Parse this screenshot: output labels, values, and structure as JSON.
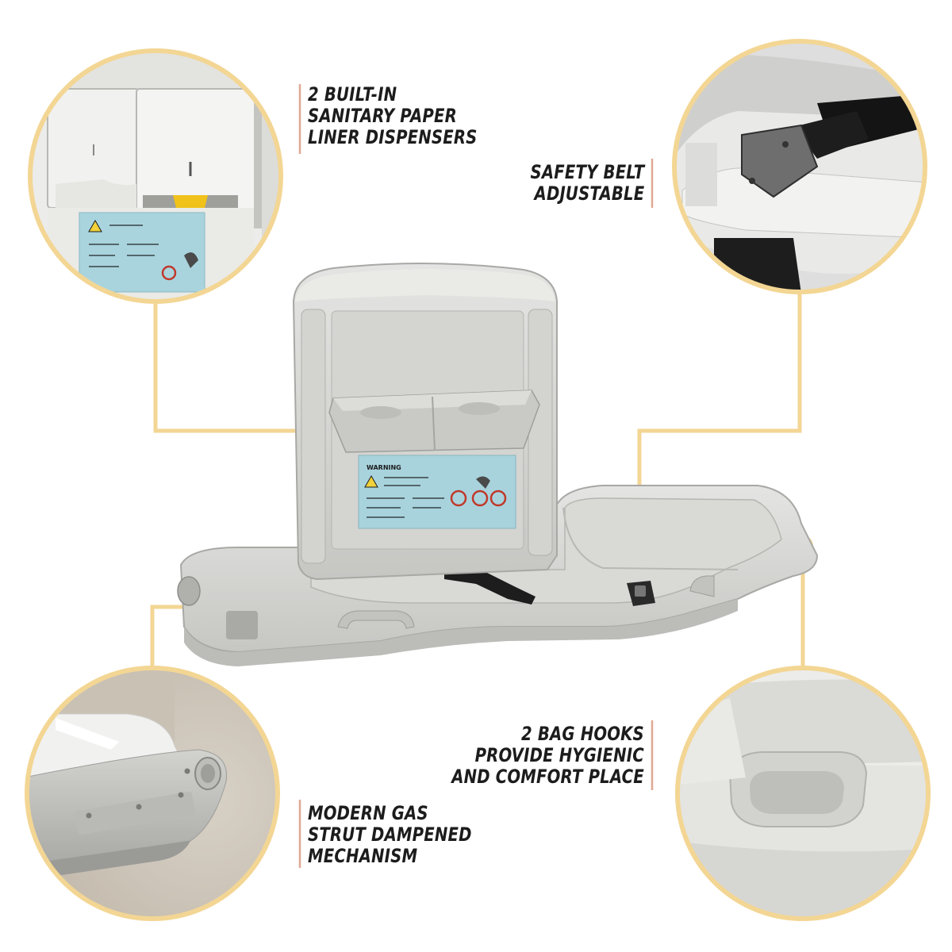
{
  "colors": {
    "connector": "#f3d694",
    "bracket": "#e0a893",
    "ring": "#f3d694",
    "text": "#1c1c1c"
  },
  "callouts": {
    "paper_liner": {
      "lines": [
        "2 BUILT-IN",
        "SANITARY PAPER",
        "LINER DISPENSERS"
      ]
    },
    "safety_belt": {
      "lines": [
        "SAFETY BELT",
        "ADJUSTABLE"
      ]
    },
    "gas_strut": {
      "lines": [
        "MODERN GAS",
        "STRUT DAMPENED",
        "MECHANISM"
      ]
    },
    "bag_hooks": {
      "lines": [
        "2 BAG HOOKS",
        "PROVIDE HYGIENIC",
        "AND COMFORT PLACE"
      ]
    }
  },
  "label_sticker": {
    "title": "WARNING"
  }
}
